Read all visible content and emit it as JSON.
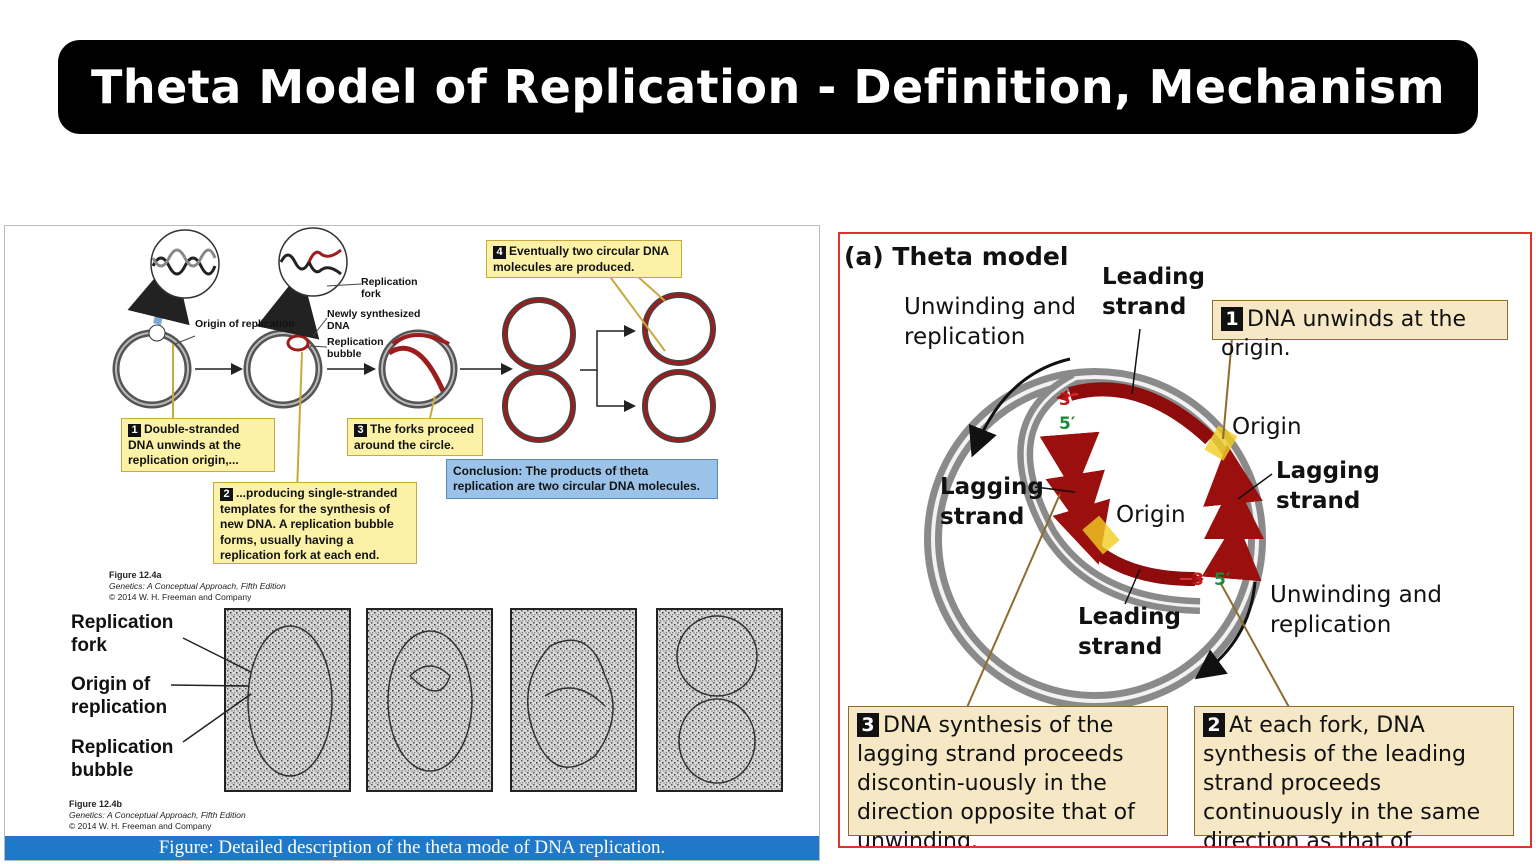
{
  "title": "Theta Model of Replication - Definition, Mechanism",
  "left": {
    "labels": {
      "origin": "Origin of replication",
      "replication_fork": "Replication fork",
      "newly_synthesized": "Newly synthesized DNA",
      "replication_bubble": "Replication bubble"
    },
    "steps": [
      {
        "num": "1",
        "text": "Double-stranded DNA unwinds at the replication origin,..."
      },
      {
        "num": "2",
        "text": "...producing single-stranded templates for the synthesis of new DNA. A replication bubble forms, usually having a replication fork at each end."
      },
      {
        "num": "3",
        "text": "The forks proceed around the circle."
      },
      {
        "num": "4",
        "text": "Eventually two circular DNA molecules are produced."
      }
    ],
    "conclusion": "Conclusion: The products of theta replication are two circular DNA molecules.",
    "fig_a": {
      "figure": "Figure 12.4a",
      "source": "Genetics: A Conceptual Approach, Fifth Edition",
      "copyright": "© 2014 W. H. Freeman and Company"
    },
    "micrograph_labels": {
      "fork": "Replication fork",
      "origin": "Origin of replication",
      "bubble": "Replication bubble"
    },
    "fig_b": {
      "figure": "Figure 12.4b",
      "source": "Genetics: A Conceptual Approach, Fifth Edition",
      "copyright": "© 2014 W. H. Freeman and Company"
    },
    "caption": "Figure: Detailed description of the theta mode of DNA replication."
  },
  "right": {
    "title": "(a)  Theta model",
    "labels": {
      "unwinding_top": "Unwinding and replication",
      "leading_top": "Leading strand",
      "lagging_left": "Lagging strand",
      "origin_inner": "Origin",
      "origin_outer": "Origin",
      "lagging_right": "Lagging strand",
      "leading_bottom": "Leading strand",
      "unwinding_bottom": "Unwinding and replication",
      "three_prime": "3′",
      "five_prime": "5′"
    },
    "steps": [
      {
        "num": "1",
        "text": "DNA unwinds at the origin."
      },
      {
        "num": "2",
        "text": "At each fork, DNA synthesis of the leading strand proceeds continuously in the same direction as that of unwinding."
      },
      {
        "num": "3",
        "text": "DNA synthesis of the lagging strand proceeds discontin-uously in the direction opposite that of unwinding."
      }
    ]
  }
}
